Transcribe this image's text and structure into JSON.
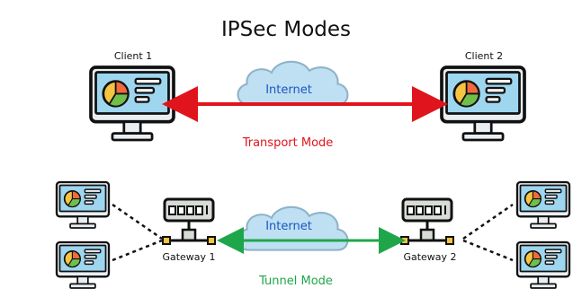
{
  "title": "IPSec Modes",
  "transport": {
    "client_left_label": "Client 1",
    "client_right_label": "Client 2",
    "cloud_label": "Internet",
    "mode_label": "Transport Mode",
    "arrow_color": "#e0141c",
    "mode_color": "#e0141c"
  },
  "tunnel": {
    "gateway_left_label": "Gateway 1",
    "gateway_right_label": "Gateway 2",
    "cloud_label": "Internet",
    "mode_label": "Tunnel Mode",
    "arrow_color": "#1fa64a",
    "mode_color": "#1fa64a"
  },
  "colors": {
    "cloud_fill": "#bfe0f2",
    "cloud_text": "#1a56c4",
    "screen": "#9ed6ef",
    "monitor_body": "#e9eef2",
    "gateway_body": "#d8dcd6",
    "pie_orange": "#f06a3c",
    "pie_yellow": "#f5c542",
    "pie_green": "#6fbf4a"
  },
  "icons": {
    "client": "desktop-monitor-icon",
    "gateway": "network-switch-icon",
    "cloud": "cloud-icon"
  }
}
